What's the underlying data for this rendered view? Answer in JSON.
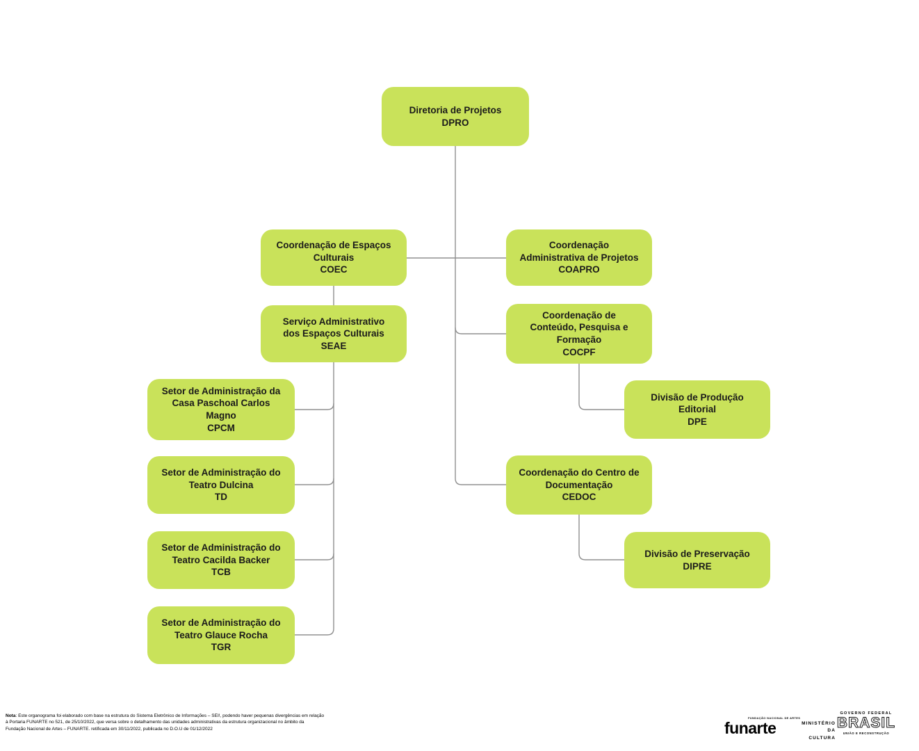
{
  "palette": {
    "node_fill": "#c9e25a",
    "node_text": "#1a1a1a",
    "connector": "#8f8f8f",
    "background": "#ffffff"
  },
  "org_chart": {
    "type": "org-tree",
    "root": "DPRO",
    "nodes": [
      {
        "id": "DPRO",
        "title": "Diretoria de Projetos",
        "acronym": "DPRO",
        "parent": null
      },
      {
        "id": "COEC",
        "title": "Coordenação de Espaços\nCulturais",
        "acronym": "COEC",
        "parent": "DPRO"
      },
      {
        "id": "COAPRO",
        "title": "Coordenação\nAdministrativa de Projetos",
        "acronym": "COAPRO",
        "parent": "DPRO"
      },
      {
        "id": "SEAE",
        "title": "Serviço Administrativo\ndos Espaços Culturais",
        "acronym": "SEAE",
        "parent": "COEC"
      },
      {
        "id": "COCPF",
        "title": "Coordenação de\nConteúdo, Pesquisa e\nFormação",
        "acronym": "COCPF",
        "parent": "DPRO"
      },
      {
        "id": "CPCM",
        "title": "Setor de Administração da\nCasa Paschoal Carlos\nMagno",
        "acronym": "CPCM",
        "parent": "SEAE"
      },
      {
        "id": "DPE",
        "title": "Divisão de Produção\nEditorial",
        "acronym": "DPE",
        "parent": "COCPF"
      },
      {
        "id": "TD",
        "title": "Setor de Administração do\nTeatro Dulcina",
        "acronym": "TD",
        "parent": "SEAE"
      },
      {
        "id": "CEDOC",
        "title": "Coordenação do Centro de\nDocumentação",
        "acronym": "CEDOC",
        "parent": "DPRO"
      },
      {
        "id": "TCB",
        "title": "Setor de Administração do\nTeatro Cacilda Backer",
        "acronym": "TCB",
        "parent": "SEAE"
      },
      {
        "id": "DIPRE",
        "title": "Divisão de Preservação",
        "acronym": "DIPRE",
        "parent": "CEDOC"
      },
      {
        "id": "TGR",
        "title": "Setor de Administração do\nTeatro Glauce Rocha",
        "acronym": "TGR",
        "parent": "SEAE"
      }
    ]
  },
  "footer": {
    "note_label": "Nota",
    "note_text": ": Este organograma foi elaborado com base na estrutura do Sistema Eletrônico de Informações – SEI!, podendo haver pequenas divergências em relação à Portaria FUNARTE no 521, de 25/10/2022, que versa sobre o detalhamento das unidades administrativas da estrutura organizacional no âmbito da Fundação Nacional de Artes – FUNARTE. retificada em 30/11/2022, publicada no D.O.U de 01/12/2022"
  },
  "logos": {
    "funarte": {
      "top_text": "FUNDAÇÃO NACIONAL DE ARTES",
      "wordmark": "funarte"
    },
    "ministerio": {
      "line1": "MINISTÉRIO DA",
      "line2": "CULTURA"
    },
    "governo": {
      "line1": "GOVERNO FEDERAL",
      "wordmark": "BRASIL",
      "line2": "UNIÃO E RECONSTRUÇÃO"
    }
  }
}
